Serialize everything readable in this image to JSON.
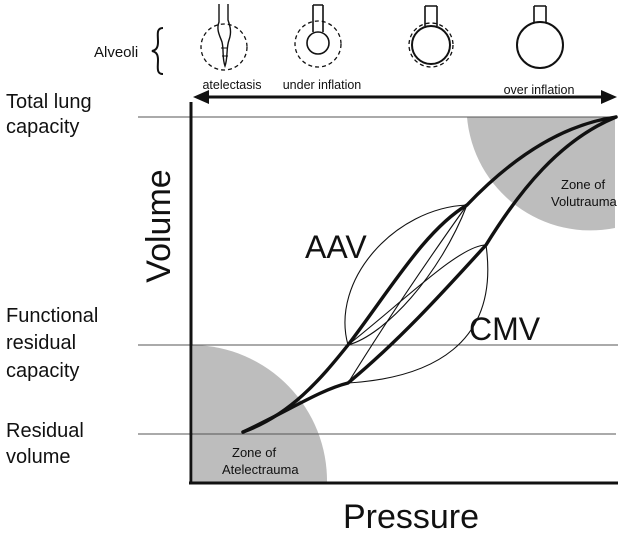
{
  "alveoli": {
    "label": "Alveoli",
    "states": [
      {
        "label": "atelectasis",
        "icon": "collapsed-alveolus-icon"
      },
      {
        "label": "under inflation",
        "icon": "underinflated-alveolus-icon"
      },
      {
        "label": "",
        "icon": "normal-alveolus-icon"
      },
      {
        "label": "over inflation",
        "icon": "overinflated-alveolus-icon"
      }
    ]
  },
  "y_levels": {
    "total_lung_capacity": [
      "Total lung",
      "capacity"
    ],
    "functional_residual_capacity": [
      "Functional",
      "residual",
      "capacity"
    ],
    "residual_volume": [
      "Residual",
      "volume"
    ]
  },
  "axes": {
    "x_label": "Pressure",
    "y_label": "Volume"
  },
  "curves": {
    "aav_label": "AAV",
    "cmv_label": "CMV"
  },
  "zones": {
    "volutrauma": [
      "Zone of",
      "Volutrauma"
    ],
    "atelectrauma": [
      "Zone of",
      "Atelectrauma"
    ]
  },
  "colors": {
    "zone_fill": "#bdbdbd",
    "line": "#111111",
    "guide": "#555555"
  }
}
